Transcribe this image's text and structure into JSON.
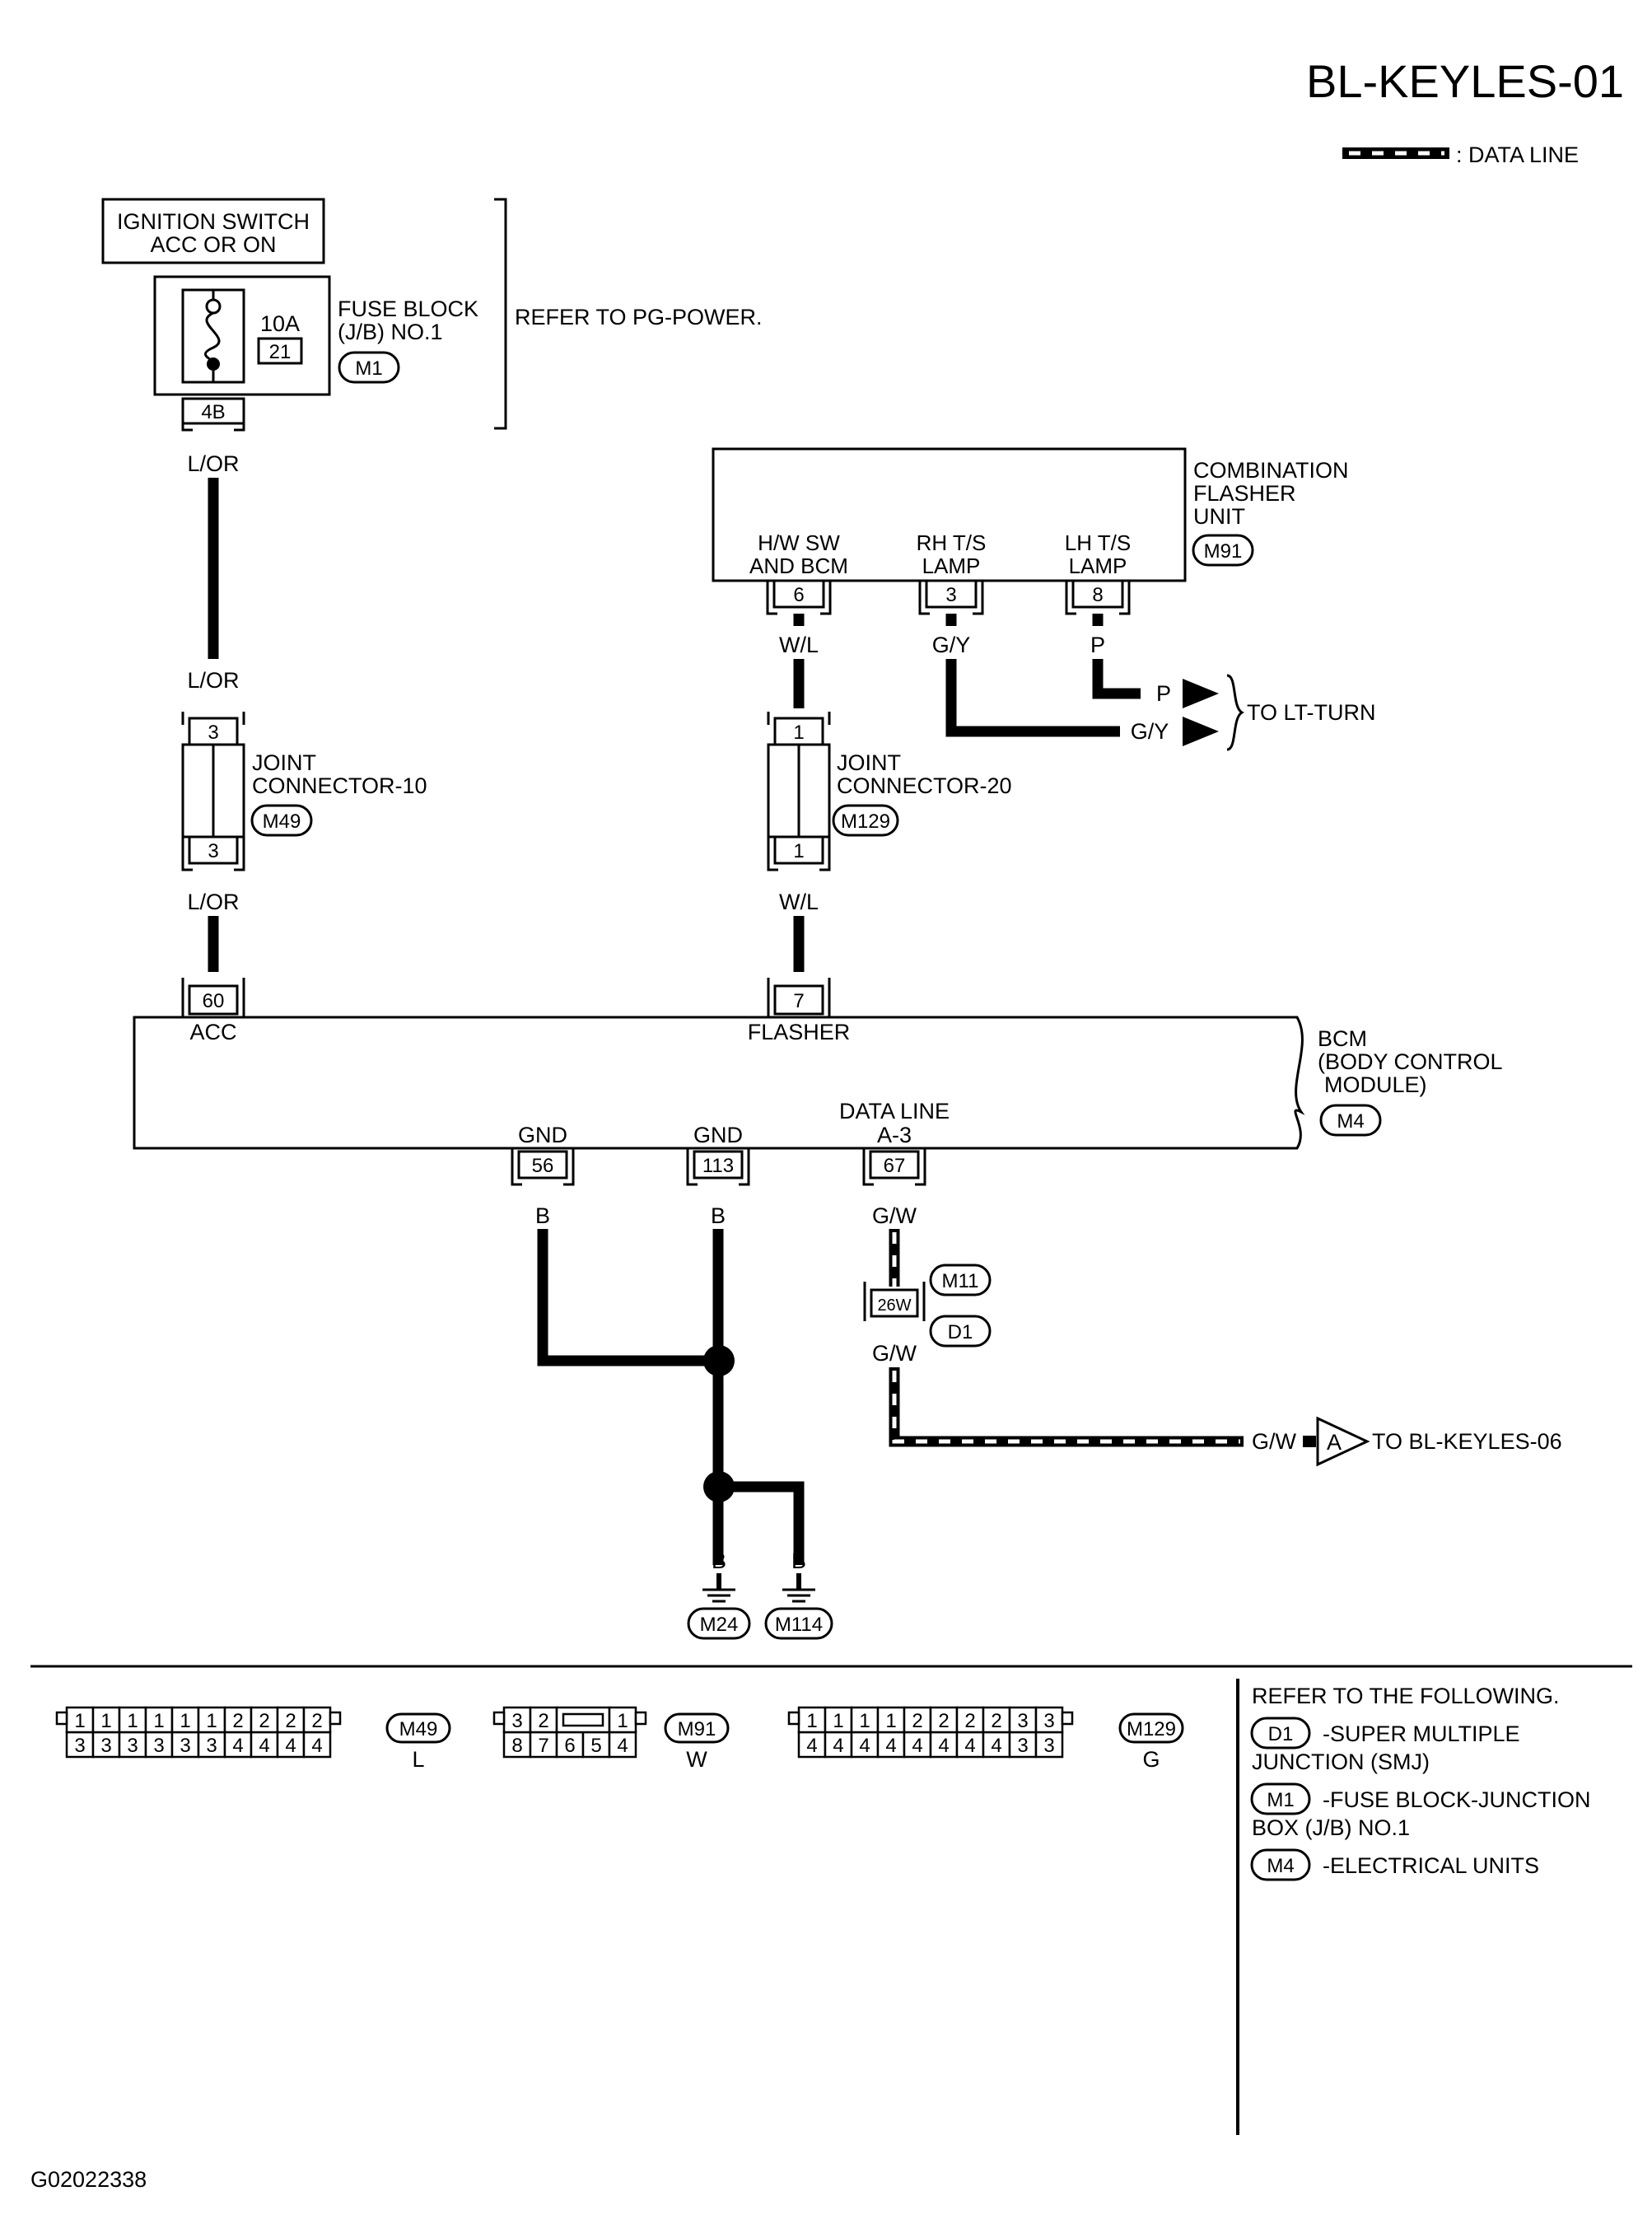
{
  "header": {
    "page_code": "BL-KEYLES-01",
    "legend_label": ": DATA LINE"
  },
  "ignition": {
    "line1": "IGNITION SWITCH",
    "line2": "ACC OR ON"
  },
  "fuse": {
    "amp": "10A",
    "number": "21",
    "label1": "FUSE BLOCK",
    "label2": "(J/B) NO.1",
    "connector": "M1",
    "terminal": "4B",
    "refer": "REFER TO PG-POWER."
  },
  "wires": {
    "l_or_1": "L/OR",
    "l_or_2": "L/OR",
    "l_or_3": "L/OR",
    "w_l_1": "W/L",
    "w_l_2": "W/L",
    "g_y_1": "G/Y",
    "g_y_2": "G/Y",
    "p_1": "P",
    "p_2": "P",
    "b_1": "B",
    "b_2": "B",
    "b_3": "B",
    "b_4": "B",
    "g_w_1": "G/W",
    "g_w_2": "G/W",
    "g_w_3": "G/W"
  },
  "flasher_unit": {
    "label1": "COMBINATION",
    "label2": "FLASHER",
    "label3": "UNIT",
    "connector": "M91",
    "pin_hw_1": "H/W SW",
    "pin_hw_2": "AND BCM",
    "pin_hw_num": "6",
    "pin_rh_1": "RH T/S",
    "pin_rh_2": "LAMP",
    "pin_rh_num": "3",
    "pin_lh_1": "LH T/S",
    "pin_lh_2": "LAMP",
    "pin_lh_num": "8",
    "to_lt_turn": "TO LT-TURN"
  },
  "joint10": {
    "top_pin": "3",
    "bottom_pin": "3",
    "label1": "JOINT",
    "label2": "CONNECTOR-10",
    "connector": "M49"
  },
  "joint20": {
    "top_pin": "1",
    "bottom_pin": "1",
    "label1": "JOINT",
    "label2": "CONNECTOR-20",
    "connector": "M129"
  },
  "bcm": {
    "label1": "BCM",
    "label2": "(BODY CONTROL",
    "label3": "MODULE)",
    "connector": "M4",
    "acc_pin": "60",
    "acc_label": "ACC",
    "flasher_pin": "7",
    "flasher_label": "FLASHER",
    "gnd1_label": "GND",
    "gnd1_pin": "56",
    "gnd2_label": "GND",
    "gnd2_pin": "113",
    "data_label1": "DATA LINE",
    "data_label2": "A-3",
    "data_pin": "67"
  },
  "smj": {
    "terminal": "26W",
    "connector_top": "M11",
    "connector_bottom": "D1"
  },
  "offpage": {
    "marker": "A",
    "target": "TO BL-KEYLES-06"
  },
  "grounds": {
    "g1": "M24",
    "g2": "M114"
  },
  "connector_views": {
    "m49": {
      "top": [
        "1",
        "1",
        "1",
        "1",
        "1",
        "1",
        "2",
        "2",
        "2",
        "2"
      ],
      "bottom": [
        "3",
        "3",
        "3",
        "3",
        "3",
        "3",
        "4",
        "4",
        "4",
        "4"
      ],
      "id": "M49",
      "color": "L"
    },
    "m91": {
      "top": [
        "3",
        "2",
        "",
        "1"
      ],
      "bottom": [
        "8",
        "7",
        "6",
        "5",
        "4"
      ],
      "id": "M91",
      "color": "W"
    },
    "m129": {
      "top": [
        "1",
        "1",
        "1",
        "1",
        "2",
        "2",
        "2",
        "2",
        "3",
        "3"
      ],
      "bottom": [
        "4",
        "4",
        "4",
        "4",
        "4",
        "4",
        "4",
        "4",
        "3",
        "3"
      ],
      "id": "M129",
      "color": "G"
    }
  },
  "refer_list": {
    "heading": "REFER TO THE FOLLOWING.",
    "items": [
      {
        "id": "D1",
        "text1": "-SUPER MULTIPLE",
        "text2": "JUNCTION (SMJ)"
      },
      {
        "id": "M1",
        "text1": "-FUSE BLOCK-JUNCTION",
        "text2": "BOX (J/B) NO.1"
      },
      {
        "id": "M4",
        "text1": "-ELECTRICAL UNITS",
        "text2": ""
      }
    ]
  },
  "footer": {
    "code": "G02022338"
  }
}
